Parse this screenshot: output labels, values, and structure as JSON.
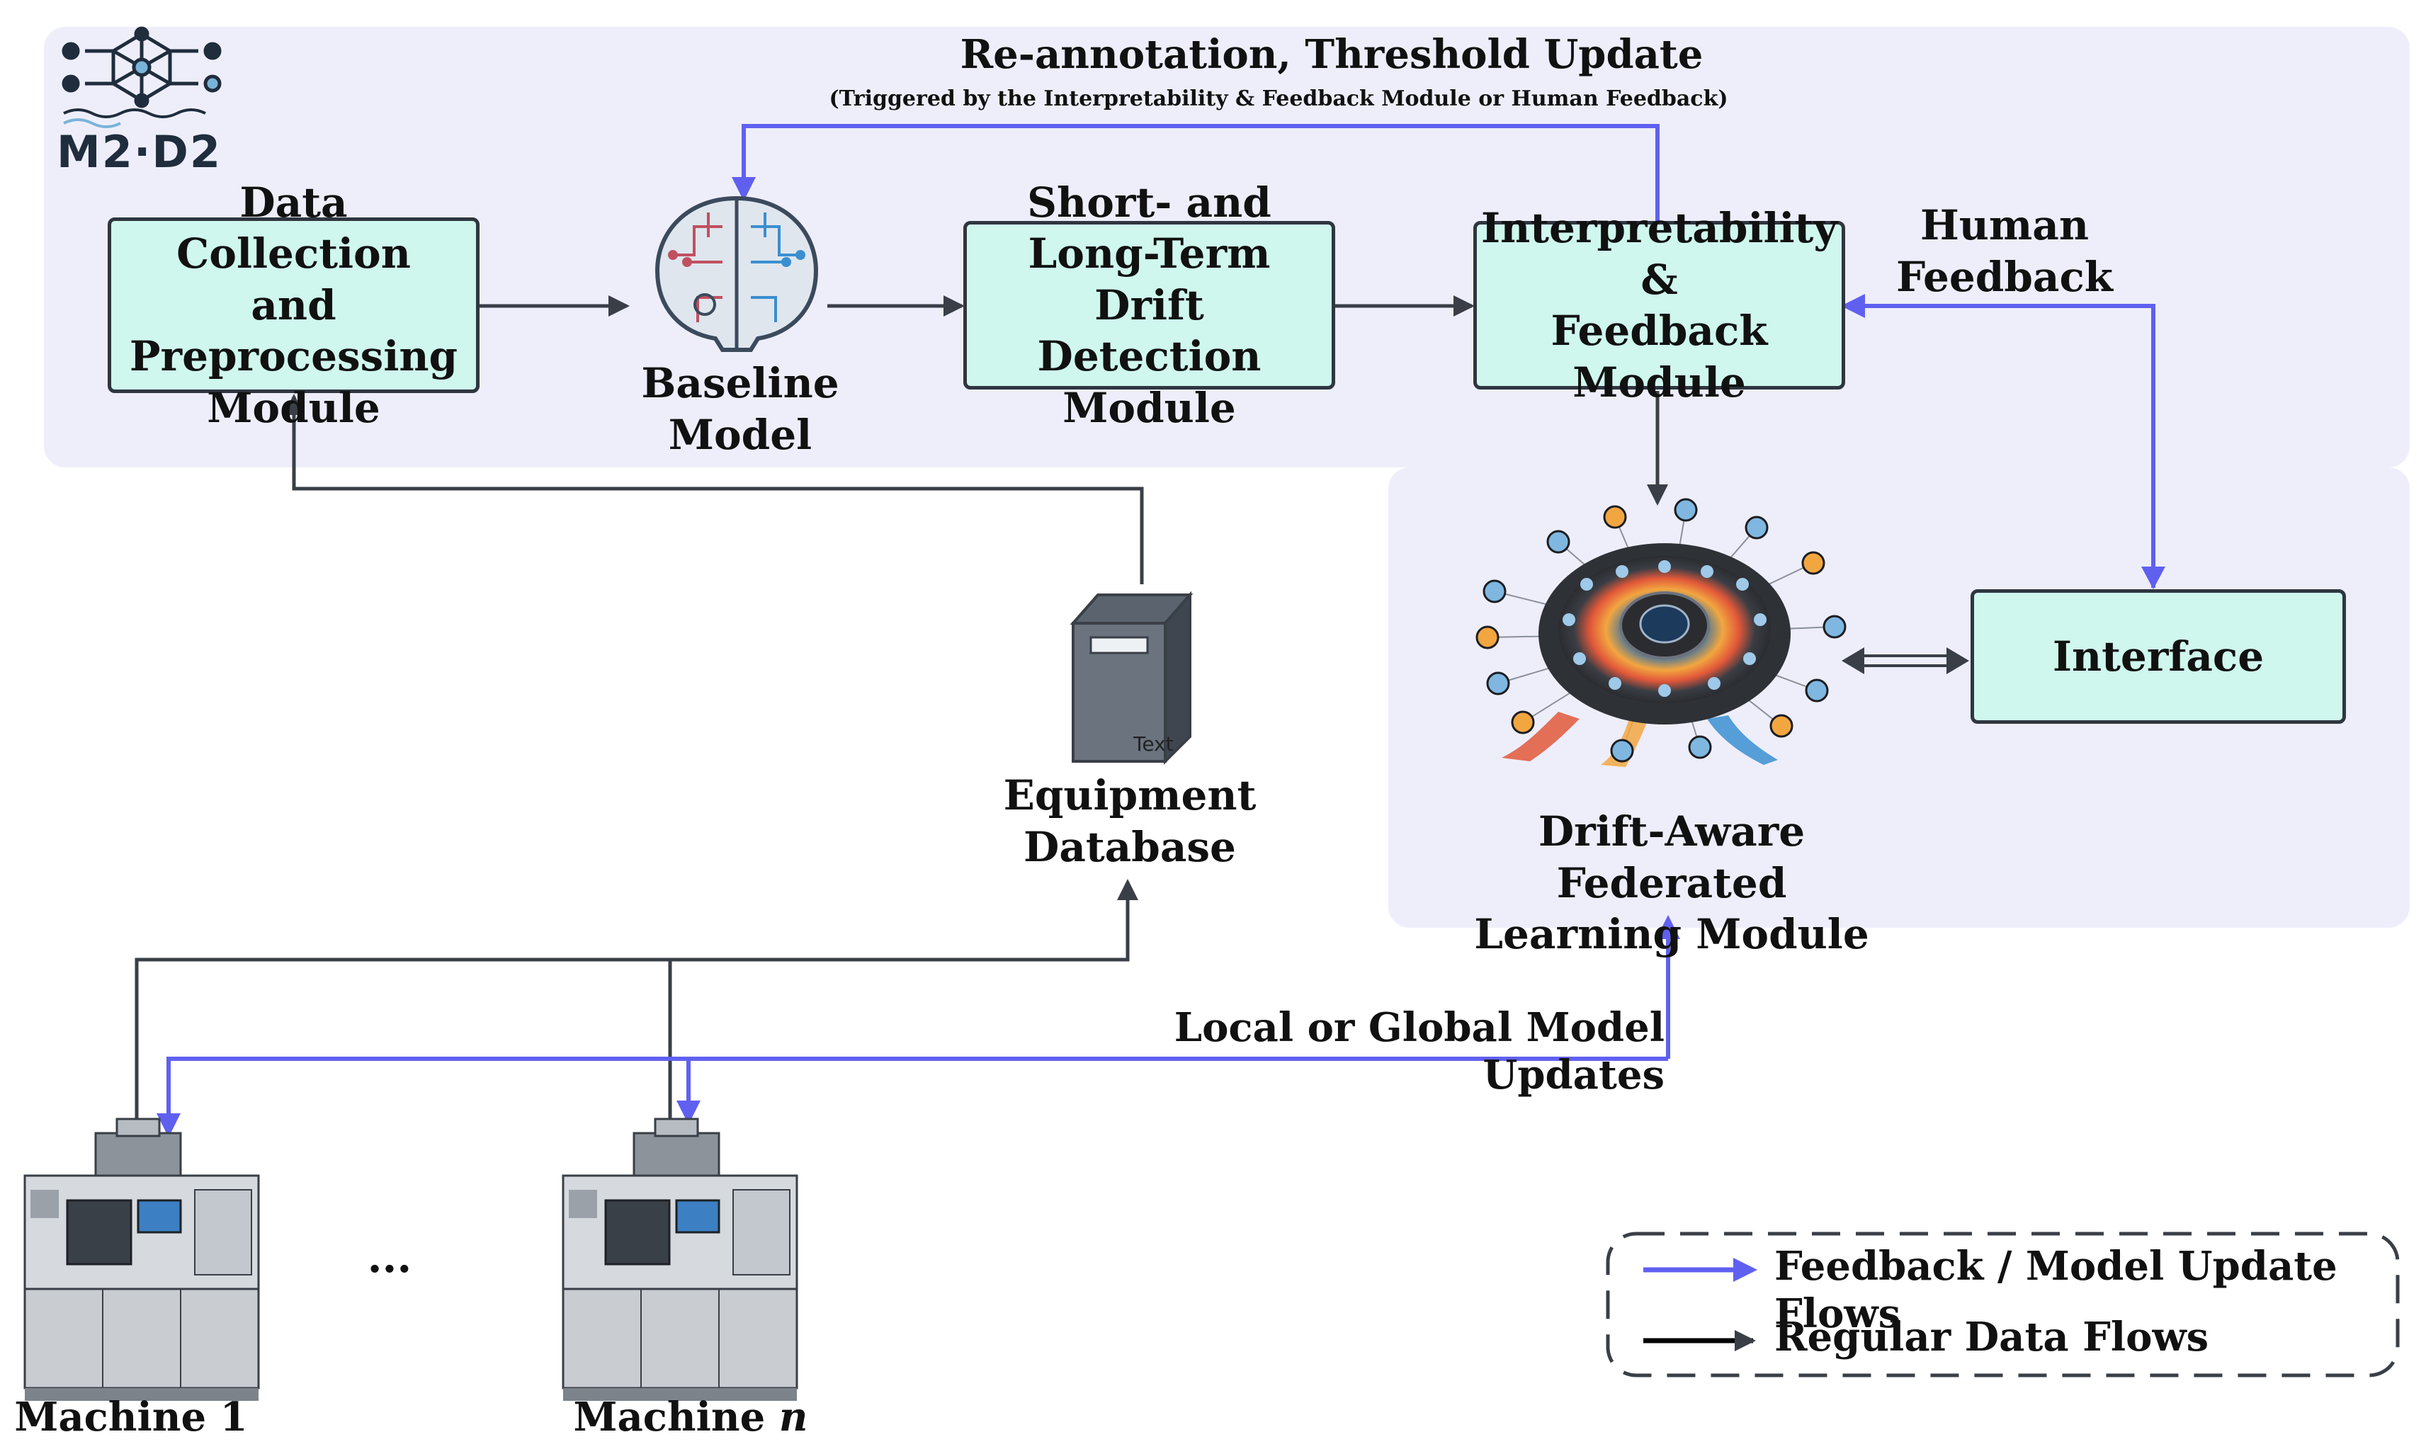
{
  "logo": {
    "text": "M2·D2"
  },
  "feedback_loop": {
    "title": "Re-annotation, Threshold Update",
    "subtitle": "(Triggered by the Interpretability & Feedback Module or Human Feedback)"
  },
  "modules": {
    "data_collection": {
      "line1": "Data Collection",
      "line2": "and Preprocessing",
      "line3": "Module"
    },
    "baseline": {
      "line1": "Baseline",
      "line2": "Model"
    },
    "drift_detection": {
      "line1": "Short- and",
      "line2": "Long-Term Drift",
      "line3": "Detection Module"
    },
    "interpretability": {
      "line1": "Interpretability &",
      "line2": "Feedback Module"
    },
    "human_feedback": {
      "line1": "Human",
      "line2": "Feedback"
    },
    "interface": {
      "label": "Interface"
    },
    "federated": {
      "line1": "Drift-Aware Federated",
      "line2": "Learning Module"
    },
    "database": {
      "line1": "Equipment",
      "line2": "Database",
      "icon_text": "Text"
    }
  },
  "model_updates_label": "Local or Global Model Updates",
  "machines": {
    "machine1": {
      "label": "Machine 1"
    },
    "ellipsis": "...",
    "machine_n": {
      "label_prefix": "Machine ",
      "label_var": "n"
    }
  },
  "legend": {
    "feedback": "Feedback / Model Update Flows",
    "regular": "Regular Data Flows"
  },
  "colors": {
    "panel_bg": "#eeeefb",
    "box_fill": "#cff7ee",
    "feedback_arrow": "#6060f0",
    "data_arrow": "#3a3f47"
  }
}
